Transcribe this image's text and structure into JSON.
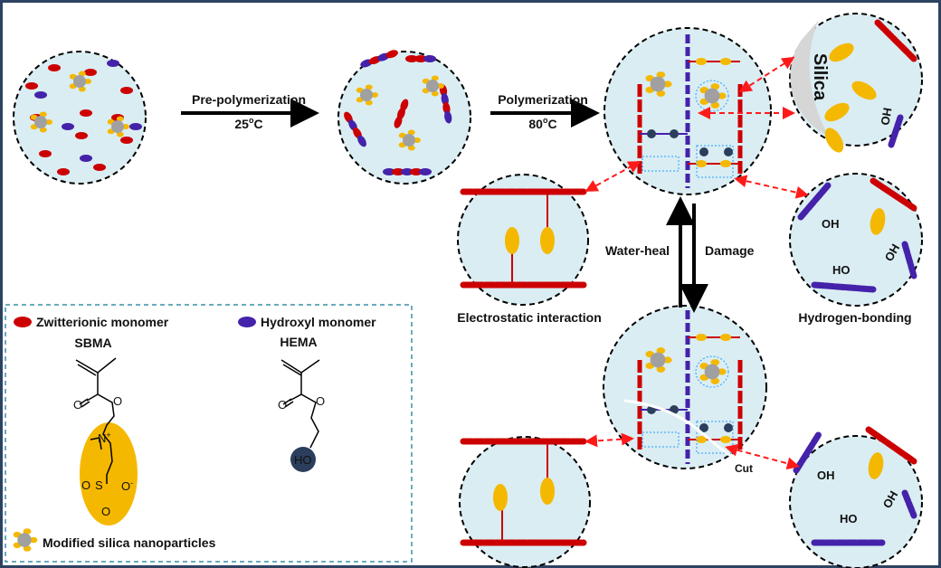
{
  "steps": {
    "pre_polymerization": {
      "label": "Pre-polymerization",
      "temp": "25",
      "temp_sup": "o",
      "temp_unit": "C"
    },
    "polymerization": {
      "label": "Polymerization",
      "temp": "80",
      "temp_sup": "o",
      "temp_unit": "C"
    },
    "water_heal": "Water-heal",
    "damage": "Damage",
    "cut": "Cut"
  },
  "insets": {
    "silica": "Silica",
    "hydroxyl_label": "HO",
    "electrostatic": "Electrostatic interaction",
    "hydrogen_bonding": "Hydrogen-bonding",
    "oh": "OH",
    "ho": "HO",
    "equals": "=",
    "plus": "+",
    "minus": "-"
  },
  "legend": {
    "zwitterionic": "Zwitterionic monomer",
    "sbma": "SBMA",
    "hydroxyl": "Hydroxyl monomer",
    "hema": "HEMA",
    "silica_np": "Modified silica nanoparticles",
    "chem": {
      "o": "O",
      "n_plus": "N",
      "plus": "+",
      "s": "S",
      "o_minus": "O",
      "minus": "-",
      "ho": "HO"
    }
  },
  "colors": {
    "zwitterionic": "#cc0000",
    "hydroxyl": "#4422aa",
    "zwitter_ellipse": "#f5b800",
    "hydroxyl_group": "#2b3f5c",
    "silica": "#a0a0a0",
    "circle_fill": "#daedf3",
    "arrow_red": "#ff1a1a",
    "frame": "#2d4361",
    "legend_border": "#3a8fa8"
  }
}
